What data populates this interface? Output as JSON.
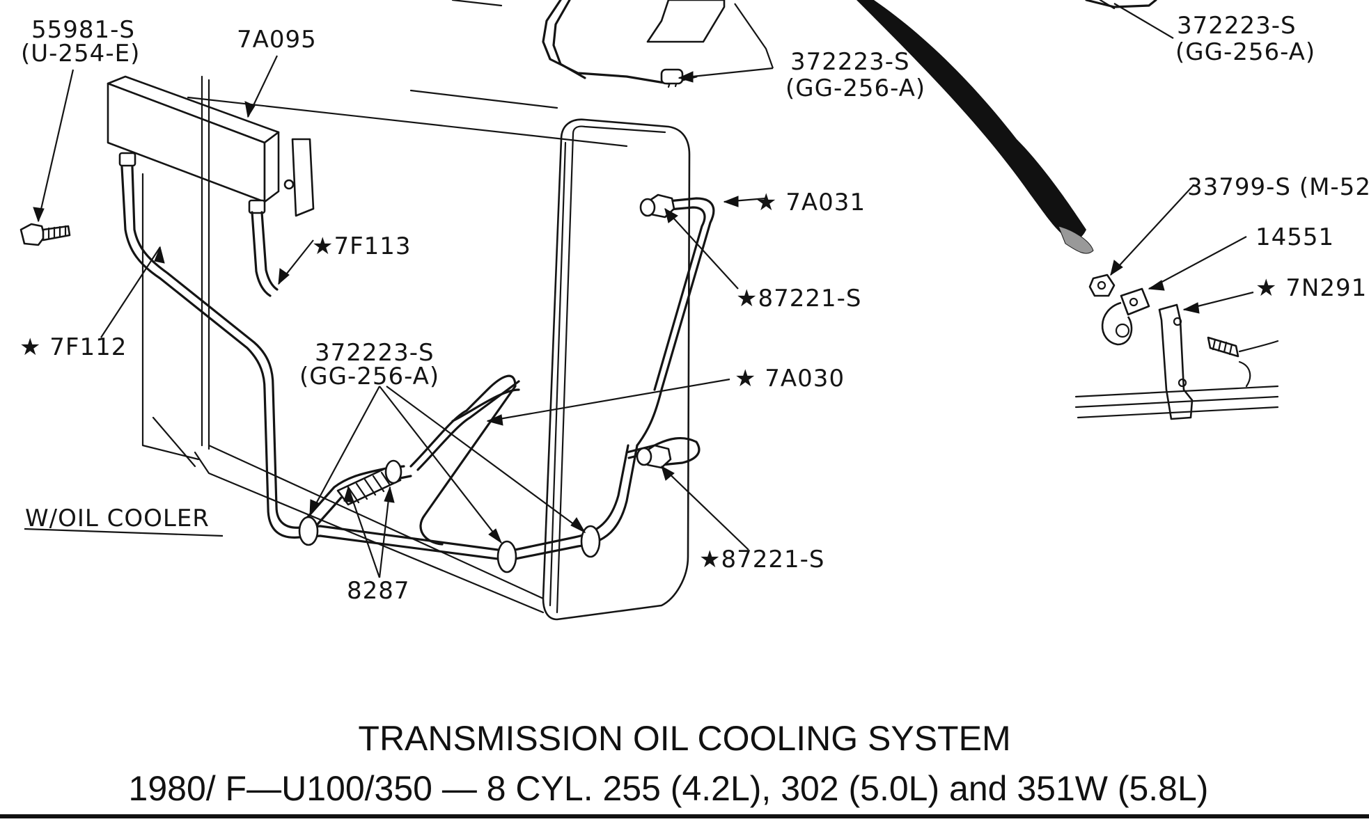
{
  "callouts": {
    "bolt_55981": [
      "55981-S",
      "(U-254-E)"
    ],
    "cooler_7a095": "7A095",
    "clip_top_center": [
      "372223-S",
      "(GG-256-A)"
    ],
    "clip_top_right": [
      "372223-S",
      "(GG-256-A)"
    ],
    "tube_7a031": "★ 7A031",
    "nut_87221_upper": "★87221-S",
    "tube_7f113": "★7F113",
    "tube_7f112": "★ 7F112",
    "clip_lower": [
      "372223-S",
      "(GG-256-A)"
    ],
    "tube_7a030": "★ 7A030",
    "option_label": "W/OIL COOLER",
    "hose_8287": "8287",
    "nut_87221_lower": "★87221-S",
    "nut_33799": "33799-S (M-52",
    "clip_14551": "14551",
    "bracket_7n291": "★ 7N291"
  },
  "caption": {
    "title": "TRANSMISSION OIL COOLING SYSTEM",
    "subtitle": "1980/ F—U100/350 — 8 CYL. 255 (4.2L), 302 (5.0L) and 351W (5.8L)"
  },
  "colors": {
    "ink": "#141414",
    "paper": "#ffffff"
  }
}
